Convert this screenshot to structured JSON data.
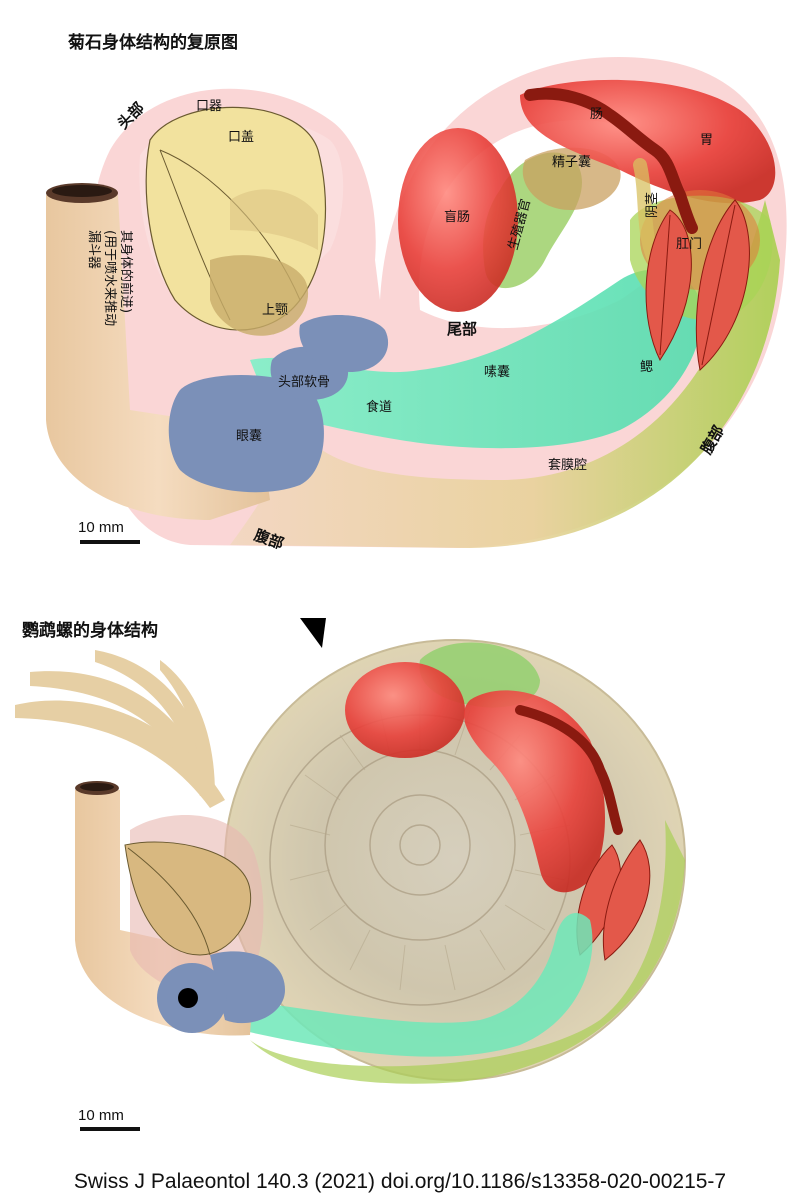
{
  "top": {
    "title": "菊石身体结构的复原图",
    "labels": {
      "head": "头部",
      "mouth": "口器",
      "aptychus": "口盖",
      "upper_jaw": "上颚",
      "funnel_line1": "漏斗器",
      "funnel_line2": "(用于喷水来推动",
      "funnel_line3": "其身体的前进)",
      "head_cartilage": "头部软骨",
      "eye_sac": "眼囊",
      "esophagus": "食道",
      "crop": "嗉囊",
      "mantle_cavity": "套膜腔",
      "ventral": "腹部",
      "ventral_lower": "腹部",
      "posterior": "尾部",
      "caecum": "盲肠",
      "reproductive": "生殖器官",
      "spermatophore_sac": "精子囊",
      "intestine": "肠",
      "stomach": "胃",
      "penis": "阴茎",
      "anus": "肛门",
      "gills": "鳃"
    },
    "scale_bar": "10 mm"
  },
  "bottom": {
    "title": "鹦鹉螺的身体结构",
    "scale_bar": "10 mm"
  },
  "citation": "Swiss J Palaeontol 140.3 (2021) doi.org/10.1186/s13358-020-00215-7",
  "colors": {
    "mantle_pink": "#f8c8c8",
    "organ_red": "#e8403a",
    "intestine_dark": "#8a1a10",
    "green": "#9ccc55",
    "cyan": "#6ee8b8",
    "blue": "#7b90b8",
    "jaw_yellow": "#f0e09a",
    "funnel_tan": "#e7c8a0"
  }
}
